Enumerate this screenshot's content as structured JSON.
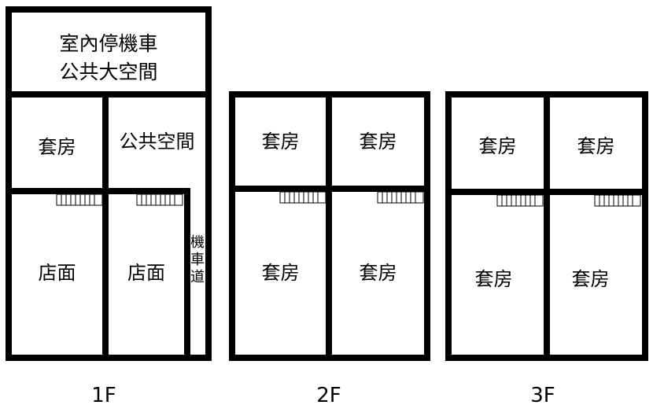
{
  "floors": {
    "f1": {
      "label": "1F",
      "rooms": {
        "parking": "室內停機車\n公共大空間",
        "suite": "套房",
        "public": "公共空間",
        "shop_left": "店面",
        "shop_right": "店面",
        "ramp": "機\n車\n道"
      }
    },
    "f2": {
      "label": "2F",
      "rooms": {
        "tl": "套房",
        "tr": "套房",
        "bl": "套房",
        "br": "套房"
      }
    },
    "f3": {
      "label": "3F",
      "rooms": {
        "tl": "套房",
        "tr": "套房",
        "bl": "套房",
        "br": "套房"
      }
    }
  },
  "colors": {
    "wall": "#000000",
    "background": "#ffffff"
  }
}
